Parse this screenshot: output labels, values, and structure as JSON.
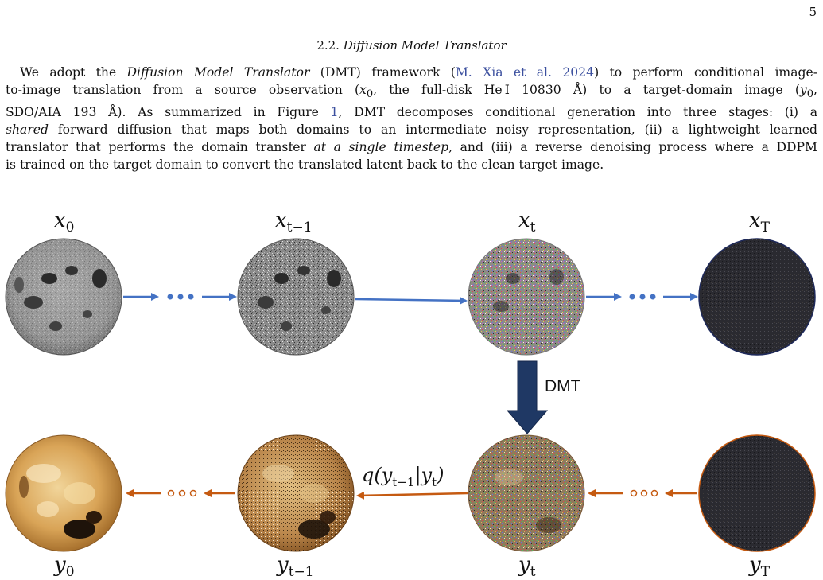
{
  "page": {
    "number": "5"
  },
  "section": {
    "number": "2.2.",
    "title": "Diffusion Model Translator"
  },
  "paragraph": {
    "l1a": "We adopt the ",
    "l1b": "Diffusion Model Translator",
    "l1c": " (DMT) framework (",
    "l1cite": "M. Xia et al. 2024",
    "l1d": ") to perform conditional image-",
    "l2a": "to-image translation from a source observation (",
    "l2x": "x",
    "l2x_sub": "0",
    "l2b": ", the full-disk He I 10830 Å) to a target-domain image (",
    "l2y": "y",
    "l2y_sub": "0",
    "l2c": ",",
    "l3a": "SDO/AIA 193 Å). As summarized in Figure ",
    "l3fig": "1",
    "l3b": ", DMT decomposes conditional generation into three stages: (i) a",
    "l4a": "shared",
    "l4b": " forward diffusion that maps both domains to an intermediate noisy representation, (ii) a lightweight learned",
    "l5a": "translator that performs the domain transfer ",
    "l5b": "at a single timestep",
    "l5c": ", and (iii) a reverse denoising process where a DDPM",
    "l6": "is trained on the target domain to convert the translated latent back to the clean target image."
  },
  "figure": {
    "top_labels": [
      {
        "base": "x",
        "sub": "0"
      },
      {
        "base": "x",
        "sub": "t−1"
      },
      {
        "base": "x",
        "sub": "t"
      },
      {
        "base": "x",
        "sub": "T"
      }
    ],
    "bottom_labels": [
      {
        "base": "y",
        "sub": "0"
      },
      {
        "base": "y",
        "sub": "t−1"
      },
      {
        "base": "y",
        "sub": "t"
      },
      {
        "base": "y",
        "sub": "T"
      }
    ],
    "dmt_label": "DMT",
    "q": {
      "prefix": "q(y",
      "sub1": "t−1",
      "mid": "|y",
      "sub2": "t",
      "suffix": ")"
    },
    "colors": {
      "forward_arrow": "#4472c4",
      "reverse_arrow": "#c55a11",
      "dmt_arrow": "#1f3864"
    }
  }
}
